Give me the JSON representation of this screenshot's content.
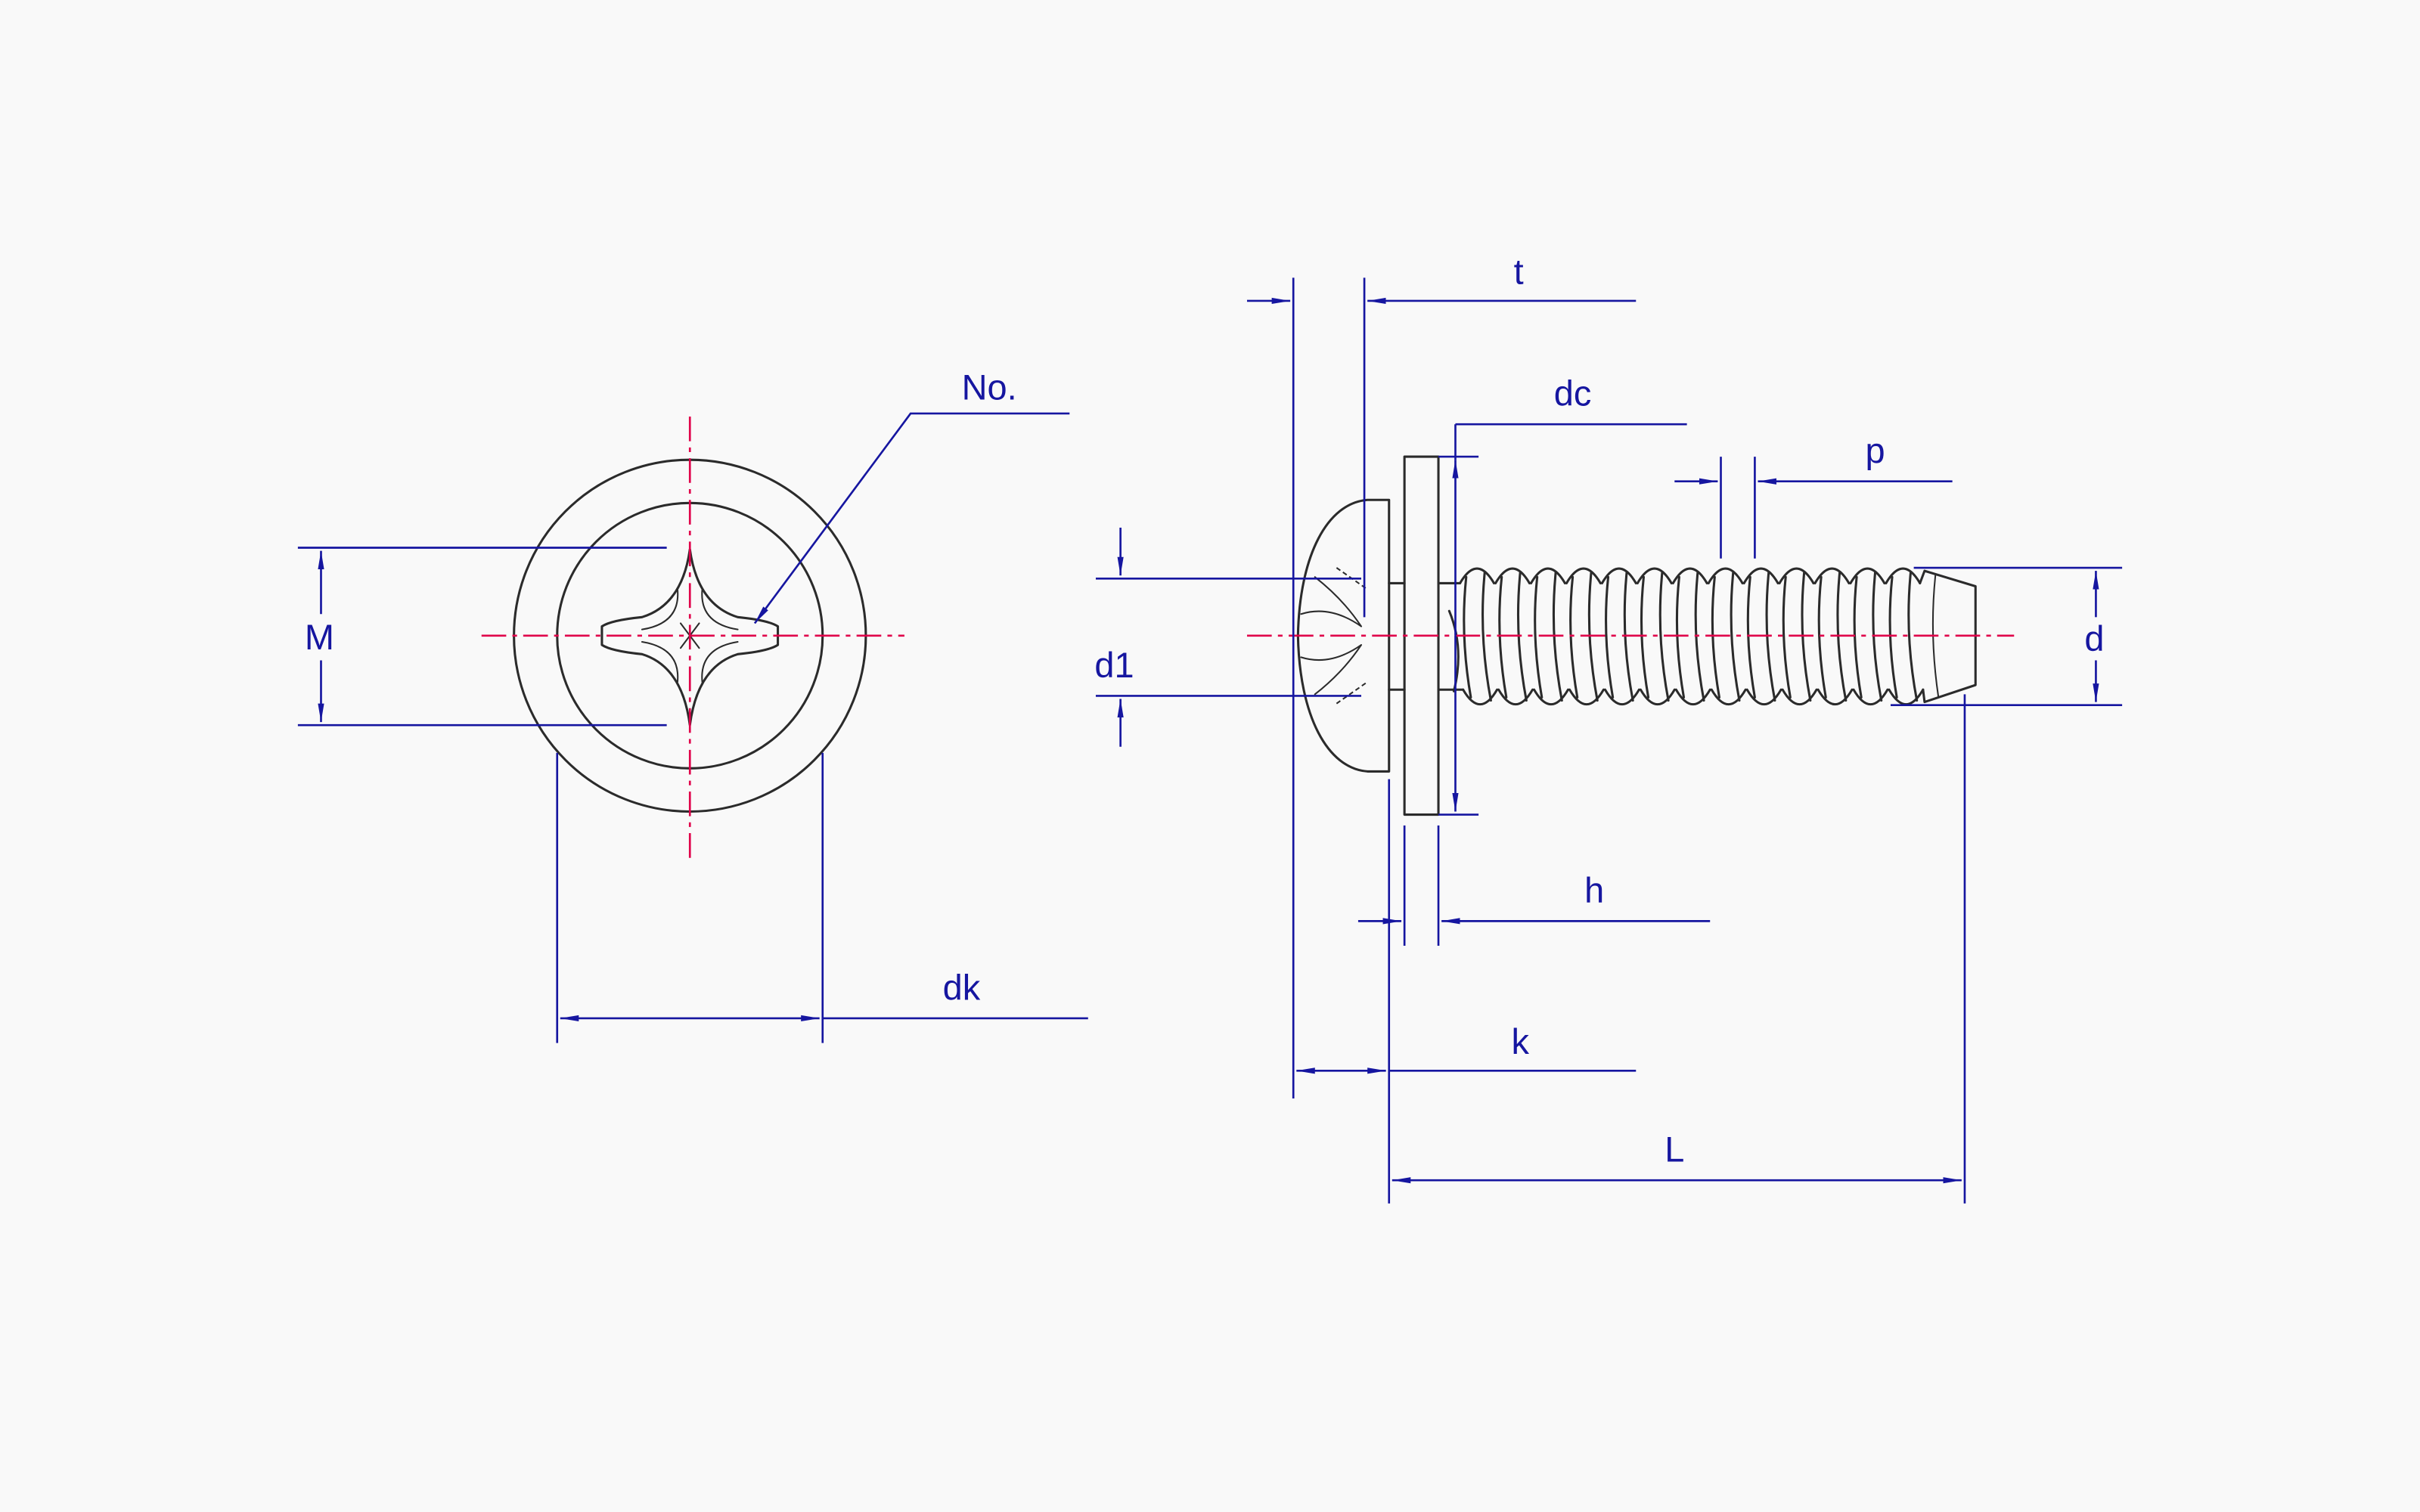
{
  "diagram": {
    "head_view": {
      "label_M": "M",
      "label_dk": "dk",
      "label_No": "No."
    },
    "side_view": {
      "label_t": "t",
      "label_dc": "dc",
      "label_p": "p",
      "label_d1": "d1",
      "label_d": "d",
      "label_h": "h",
      "label_k": "k",
      "label_L": "L"
    }
  },
  "colors": {
    "outline": "#2b2b2b",
    "dimension": "#1616a0",
    "centerline": "#e0004a",
    "background": "#f9f9f9"
  }
}
